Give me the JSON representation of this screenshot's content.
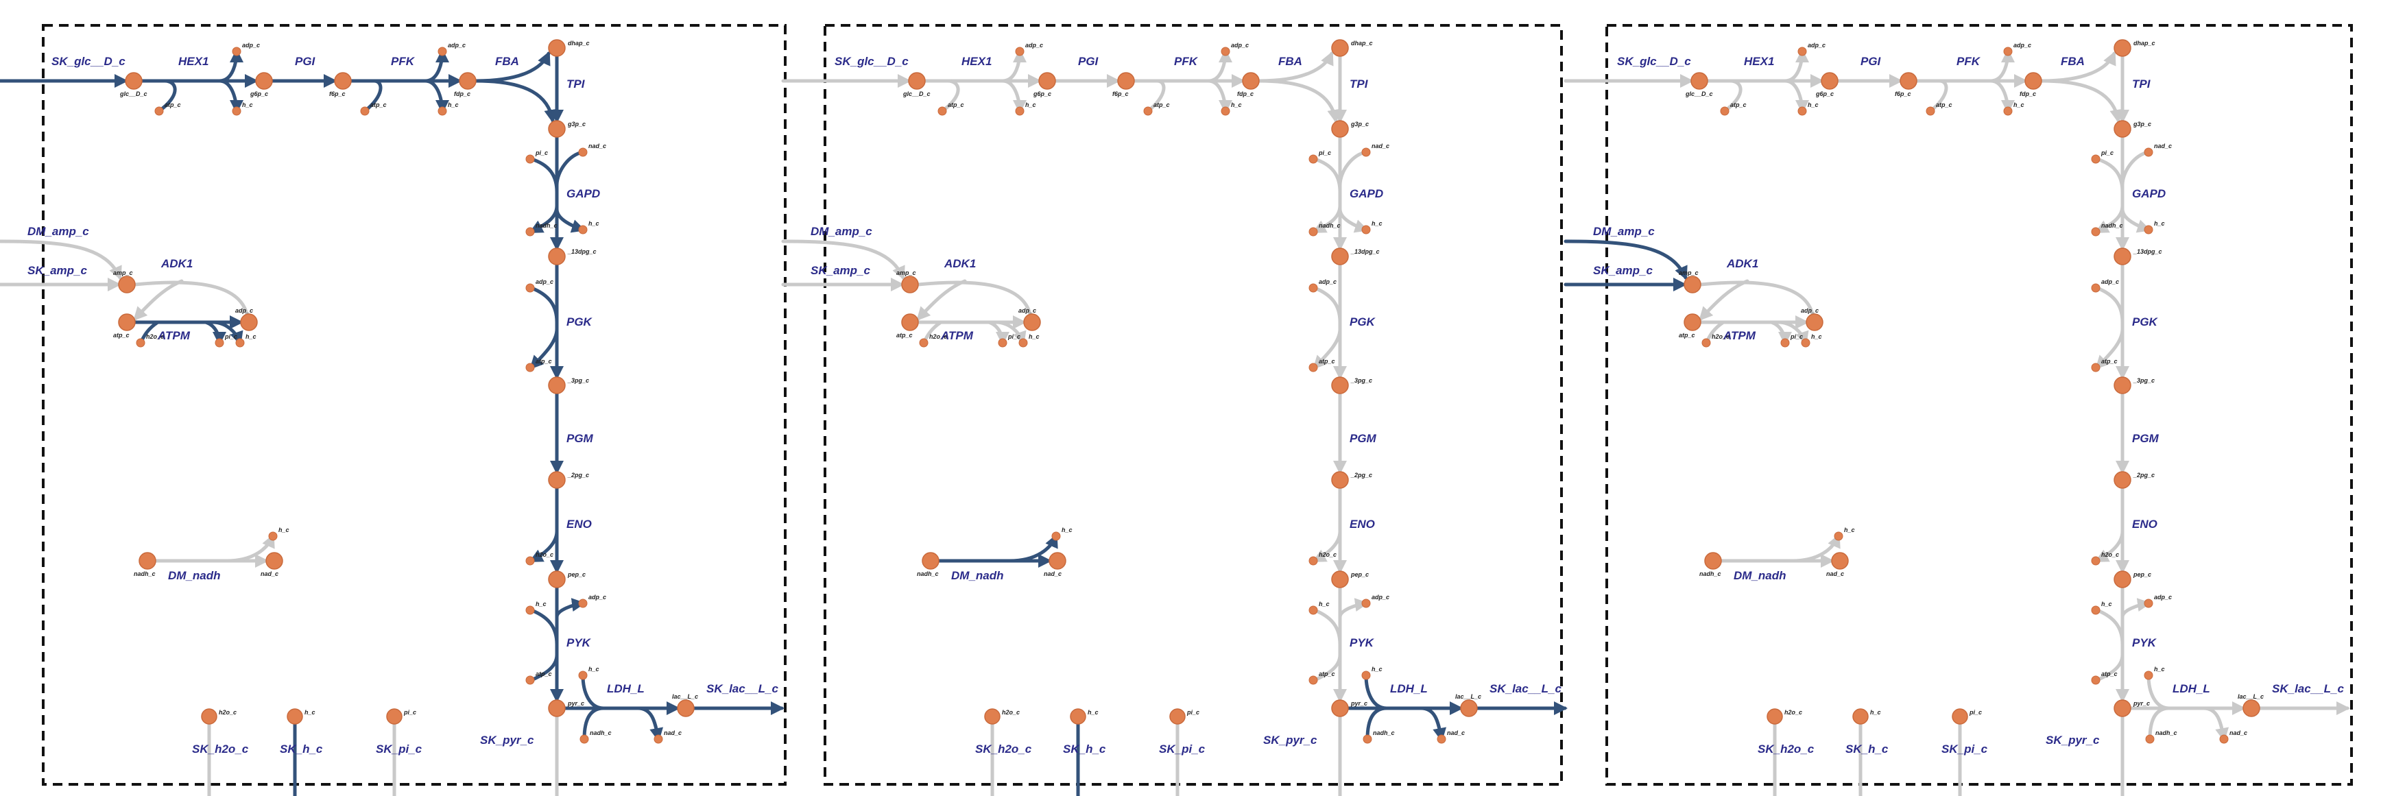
{
  "diagram": {
    "title": "",
    "colors": {
      "active": "#33527a",
      "inactive": "#c9c9c9",
      "node_fill": "#e07f4e",
      "node_stroke": "#c96a3c",
      "reaction_text": "#2b2b8a",
      "border": "#111111"
    },
    "reactions": {
      "sk_glc": "SK_glc__D_c",
      "hex1": "HEX1",
      "pgi": "PGI",
      "pfk": "PFK",
      "fba": "FBA",
      "tpi": "TPI",
      "gapd": "GAPD",
      "pgk": "PGK",
      "pgm": "PGM",
      "eno": "ENO",
      "pyk": "PYK",
      "ldh": "LDH_L",
      "sk_lac": "SK_lac__L_c",
      "sk_pyr": "SK_pyr_c",
      "dm_amp": "DM_amp_c",
      "sk_amp": "SK_amp_c",
      "adk1": "ADK1",
      "atpm": "ATPM",
      "dm_nadh": "DM_nadh",
      "sk_h2o": "SK_h2o_c",
      "sk_h": "SK_h_c",
      "sk_pi": "SK_pi_c"
    },
    "metabolites": {
      "glc": "glc__D_c",
      "g6p": "g6p_c",
      "f6p": "f6p_c",
      "fdp": "fdp_c",
      "dhap": "dhap_c",
      "g3p": "g3p_c",
      "13dpg": "_13dpg_c",
      "3pg": "_3pg_c",
      "2pg": "_2pg_c",
      "pep": "pep_c",
      "pyr": "pyr_c",
      "lac": "lac__L_c",
      "amp": "amp_c",
      "adp": "adp_c",
      "atp": "atp_c",
      "h2o": "h2o_c",
      "h": "h_c",
      "pi": "pi_c",
      "nad": "nad_c",
      "nadh": "nadh_c"
    },
    "panels": [
      {
        "name": "panel-1",
        "active": [
          "sk_glc",
          "hex1",
          "pgi",
          "pfk",
          "fba",
          "tpi",
          "gapd",
          "pgk",
          "pgm",
          "eno",
          "pyk",
          "ldh",
          "sk_lac",
          "atpm",
          "sk_h"
        ]
      },
      {
        "name": "panel-2",
        "active": [
          "dm_nadh",
          "ldh",
          "sk_lac",
          "sk_h"
        ]
      },
      {
        "name": "panel-3",
        "active": [
          "dm_amp",
          "sk_amp"
        ]
      }
    ]
  }
}
